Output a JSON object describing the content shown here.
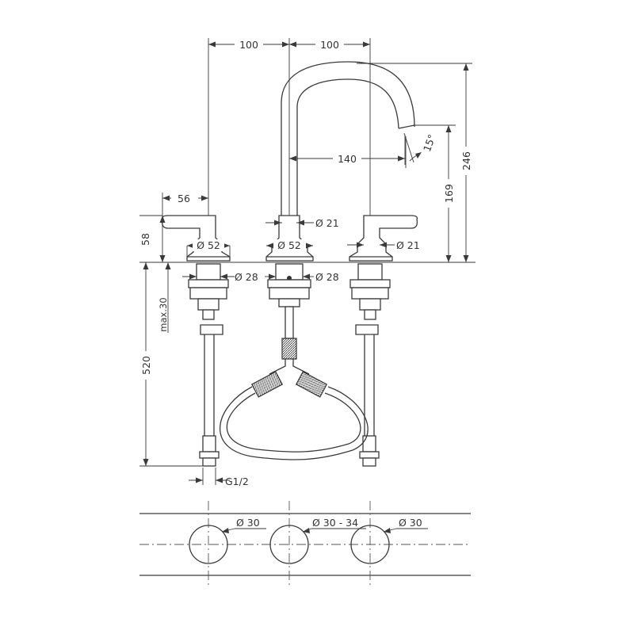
{
  "dimensions": {
    "spacing_left": "100",
    "spacing_right": "100",
    "spout_reach": "140",
    "spout_angle": "15°",
    "total_height": "246",
    "spout_height": "169",
    "handle_reach": "56",
    "handle_height": "58",
    "spout_dia": "Ø 21",
    "base_left_dia": "Ø 52",
    "base_center_dia": "Ø 52",
    "right_handle_dia": "Ø 21",
    "shank_left_dia": "Ø 28",
    "shank_center_dia": "Ø 28",
    "installation_height": "520",
    "max_thickness": "max.30",
    "thread": "G1/2",
    "hole_left": "Ø 30",
    "hole_center": "Ø 30 - 34",
    "hole_right": "Ø 30"
  },
  "colors": {
    "line": "#3a3a3a",
    "text": "#333333",
    "background": "#ffffff"
  }
}
